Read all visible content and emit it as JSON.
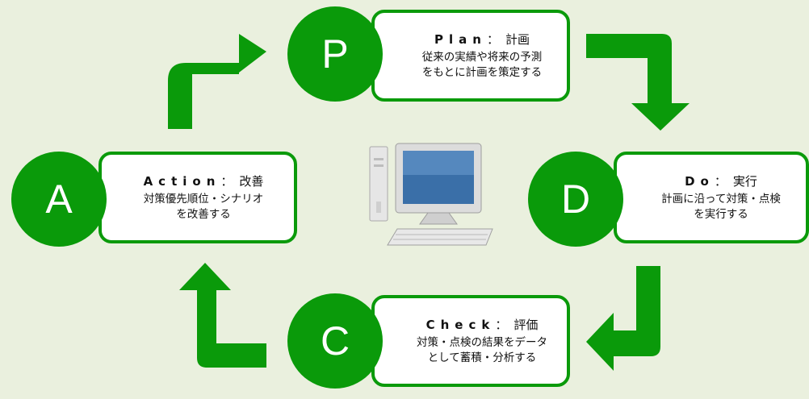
{
  "colors": {
    "background": "#eaf0de",
    "green": "#0a9a0a",
    "box_fill": "#ffffff"
  },
  "stages": {
    "plan": {
      "letter": "P",
      "title": "Plan",
      "title_ja": "計画",
      "lines": [
        "従来の実績や将来の予測",
        "をもとに計画を策定する"
      ]
    },
    "do": {
      "letter": "D",
      "title": "Do",
      "title_ja": "実行",
      "lines": [
        "計画に沿って対策・点検",
        "を実行する"
      ]
    },
    "check": {
      "letter": "C",
      "title": "Check",
      "title_ja": "評価",
      "lines": [
        "対策・点検の結果をデータ",
        "として蓄積・分析する"
      ]
    },
    "action": {
      "letter": "A",
      "title": "Action",
      "title_ja": "改善",
      "lines": [
        "対策優先順位・シナリオ",
        "を改善する"
      ]
    }
  },
  "center_icon": "desktop-computer-icon"
}
